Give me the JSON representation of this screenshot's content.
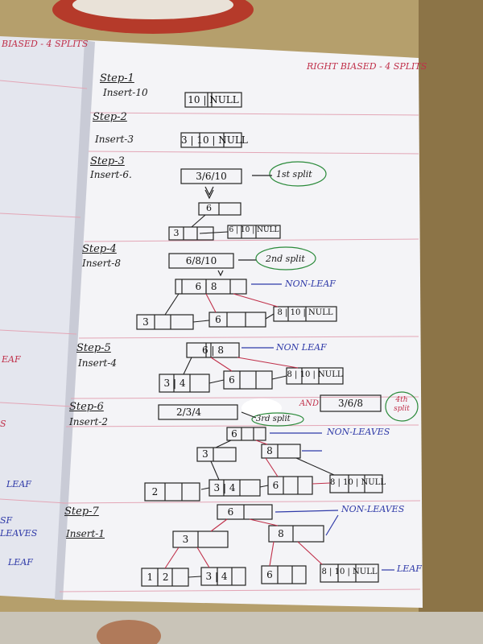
{
  "header": {
    "left_margin_title": "BIASED - 4 SPLITS",
    "right_title": "RIGHT BIASED - 4 SPLITS"
  },
  "left_page": {
    "fragments": [
      "EAF",
      "S",
      "LEAF",
      "SF",
      "LEAVES",
      "LEAF"
    ]
  },
  "steps": [
    {
      "step": "Step-1",
      "op": "Insert-10"
    },
    {
      "step": "Step-2",
      "op": "Insert-3"
    },
    {
      "step": "Step-3",
      "op": "Insert-6."
    },
    {
      "step": "Step-4",
      "op": "Insert-8"
    },
    {
      "step": "Step-5",
      "op": "Insert-4"
    },
    {
      "step": "Step-6",
      "op": "Insert-2"
    },
    {
      "step": "Step-7",
      "op": "Insert-1"
    }
  ],
  "annotations": {
    "split1": "1st split",
    "split2": "2nd split",
    "split3": "3rd split",
    "split4": "4th split",
    "and": "AND",
    "non_leaf_1": "NON-LEAF",
    "non_leaf_2": "NON LEAF",
    "non_leaves_1": "NON-LEAVES",
    "non_leaves_2": "NON-LEAVES",
    "leaf": "LEAF"
  },
  "nodes": {
    "s1": "10 | NULL",
    "s2": "3 | 10 | NULL",
    "s3_full": "3/6/10",
    "s3_root": "6",
    "s3_left": "3",
    "s3_right": "6 | 10 | NULL",
    "s4_full": "6/8/10",
    "s4_root": "6 | 8",
    "s4_a": "3",
    "s4_b": "6",
    "s4_c": "8 | 10 | NULL",
    "s5_root": "6 | 8",
    "s5_a": "3 | 4",
    "s5_b": "6",
    "s5_c": "8 | 10 | NULL",
    "s6_full": "2/3/4",
    "s6_full2": "3/6/8",
    "s6_root": "6",
    "s6_l": "3",
    "s6_r": "8",
    "s6_a": "2",
    "s6_b": "3 | 4",
    "s6_c": "6",
    "s6_d": "8 | 10 | NULL",
    "s7_root": "6",
    "s7_l": "3",
    "s7_r": "8",
    "s7_a": "1 | 2",
    "s7_b": "3 | 4",
    "s7_c": "6",
    "s7_d": "8 | 10 | NULL"
  }
}
